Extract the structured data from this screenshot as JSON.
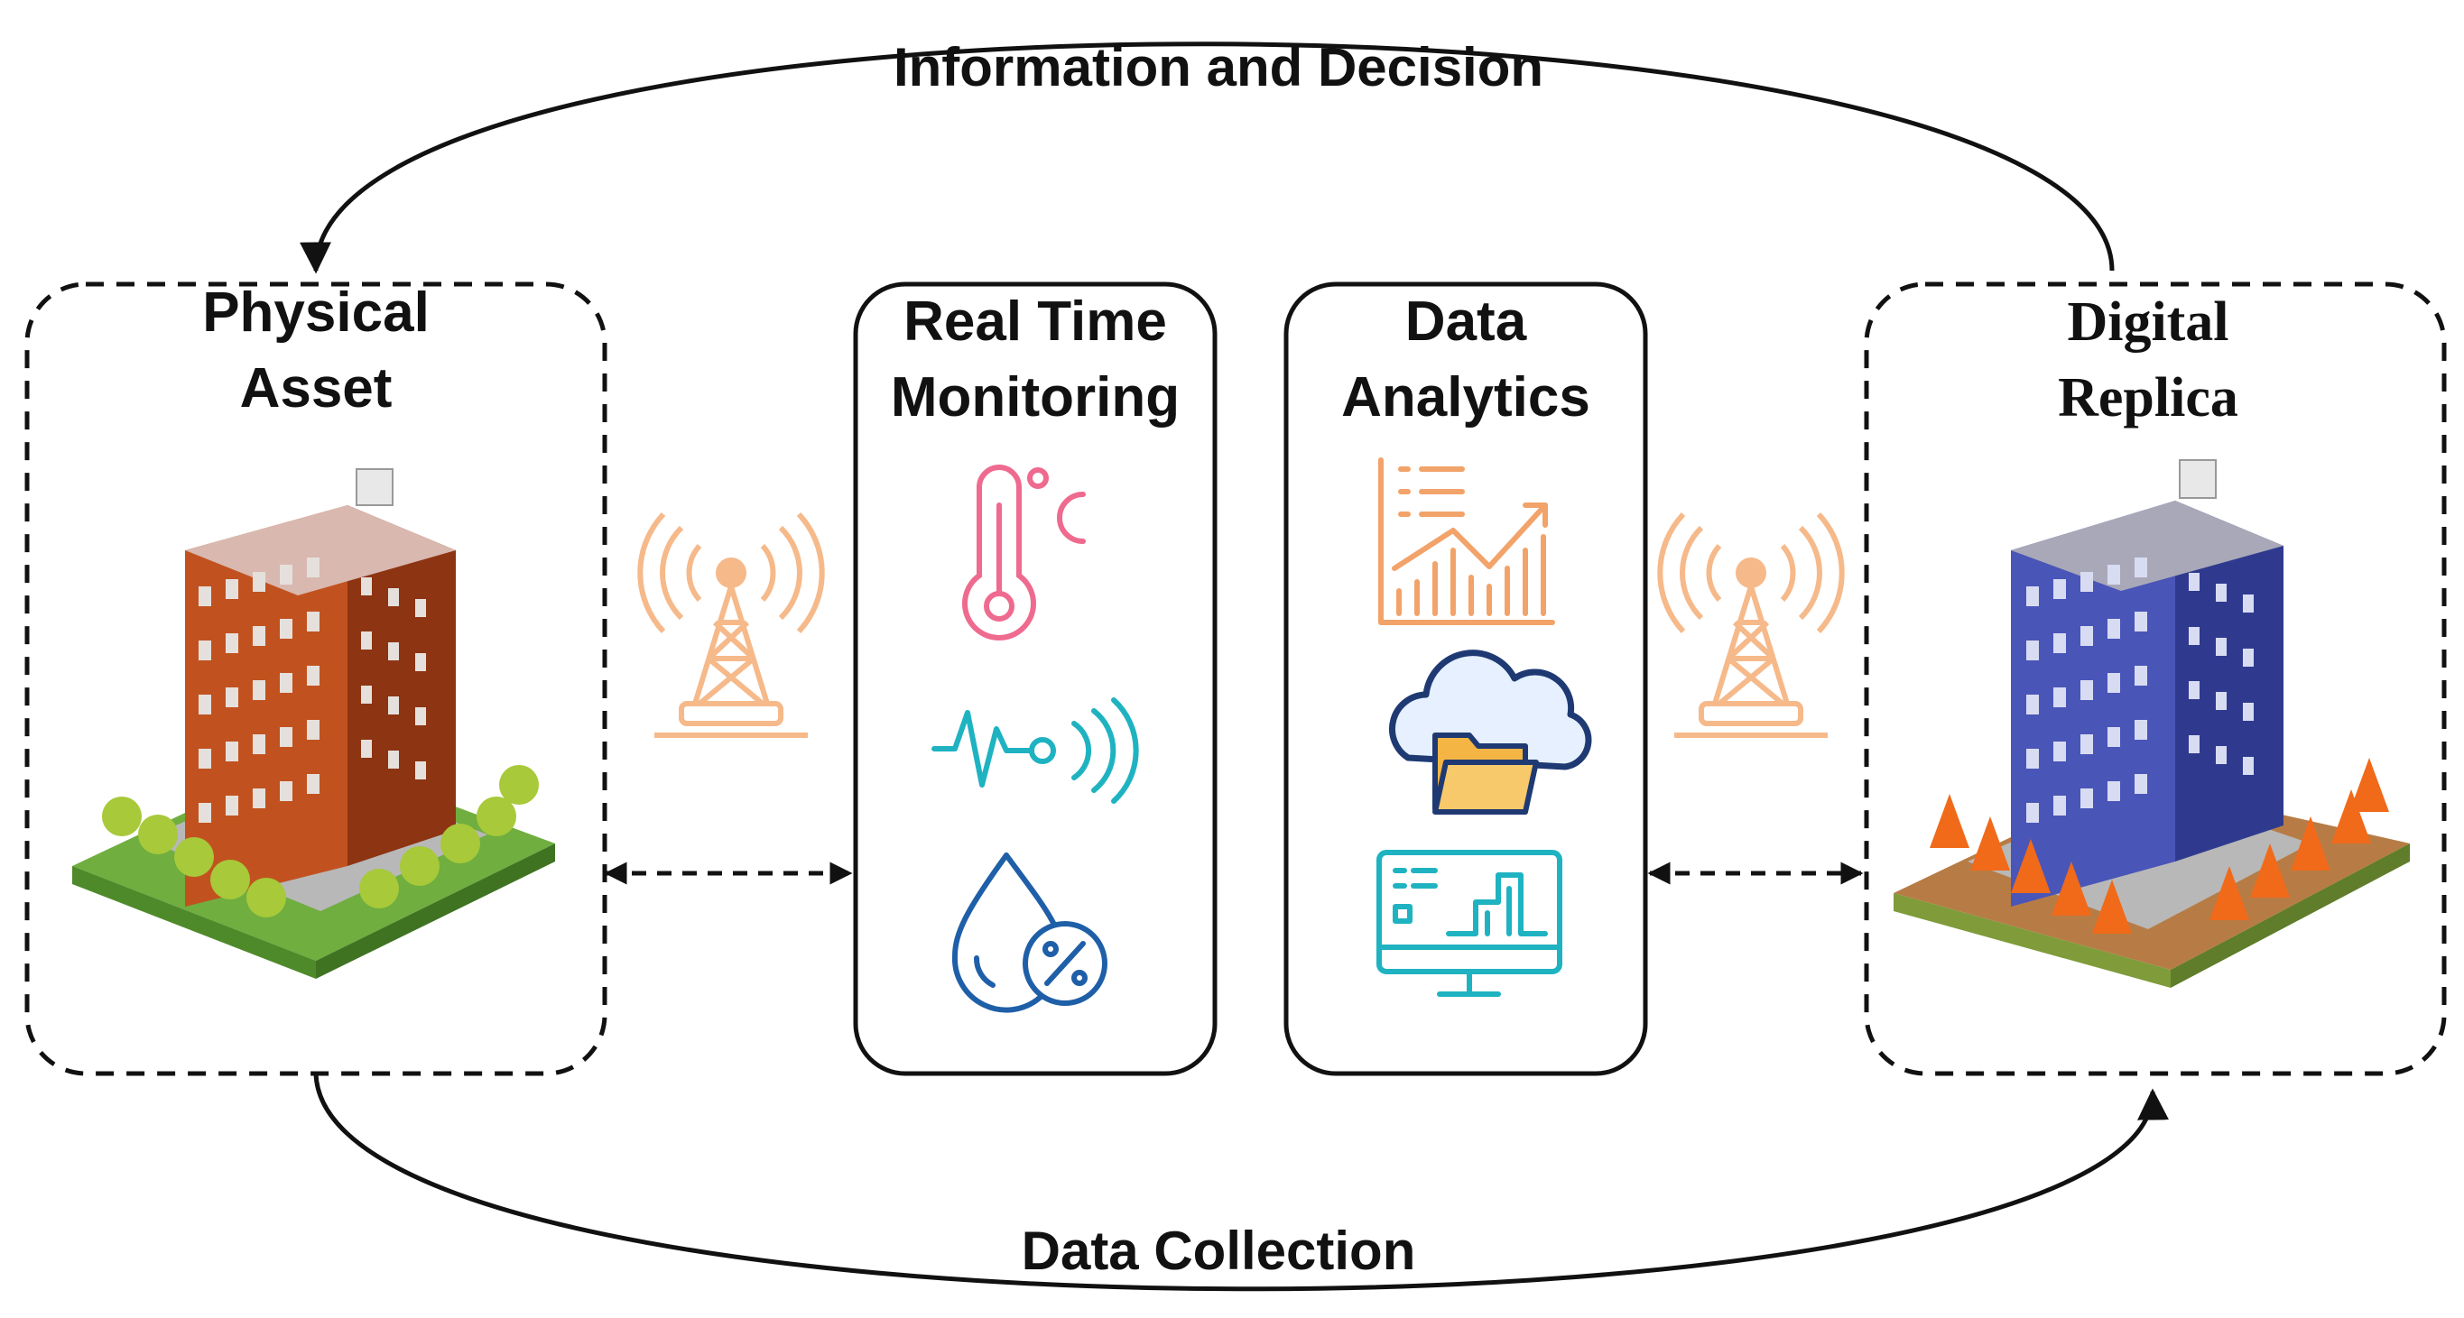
{
  "flows": {
    "top_label": "Information and Decision",
    "bottom_label": "Data Collection"
  },
  "physical": {
    "title_line1": "Physical",
    "title_line2": "Asset"
  },
  "monitoring": {
    "title_line1": "Real Time",
    "title_line2": "Monitoring",
    "icons": [
      "thermometer-celsius-icon",
      "vibration-sensor-icon",
      "humidity-drop-icon"
    ]
  },
  "analytics": {
    "title_line1": "Data",
    "title_line2": "Analytics",
    "icons": [
      "trend-chart-icon",
      "cloud-folder-icon",
      "monitor-dashboard-icon"
    ]
  },
  "replica": {
    "title_line1": "Digital",
    "title_line2": "Replica"
  },
  "colors": {
    "brick": "#c1521f",
    "replica_blue": "#4a55b8",
    "grass": "#6fae3f",
    "ground_brown": "#b77c45",
    "antenna": "#f6b98a",
    "thermo_pink": "#ef6a8f",
    "signal_teal": "#1fb3c1",
    "drop_blue": "#1f5fa8",
    "chart_orange": "#f2a36a",
    "folder_yellow": "#f5b544"
  }
}
